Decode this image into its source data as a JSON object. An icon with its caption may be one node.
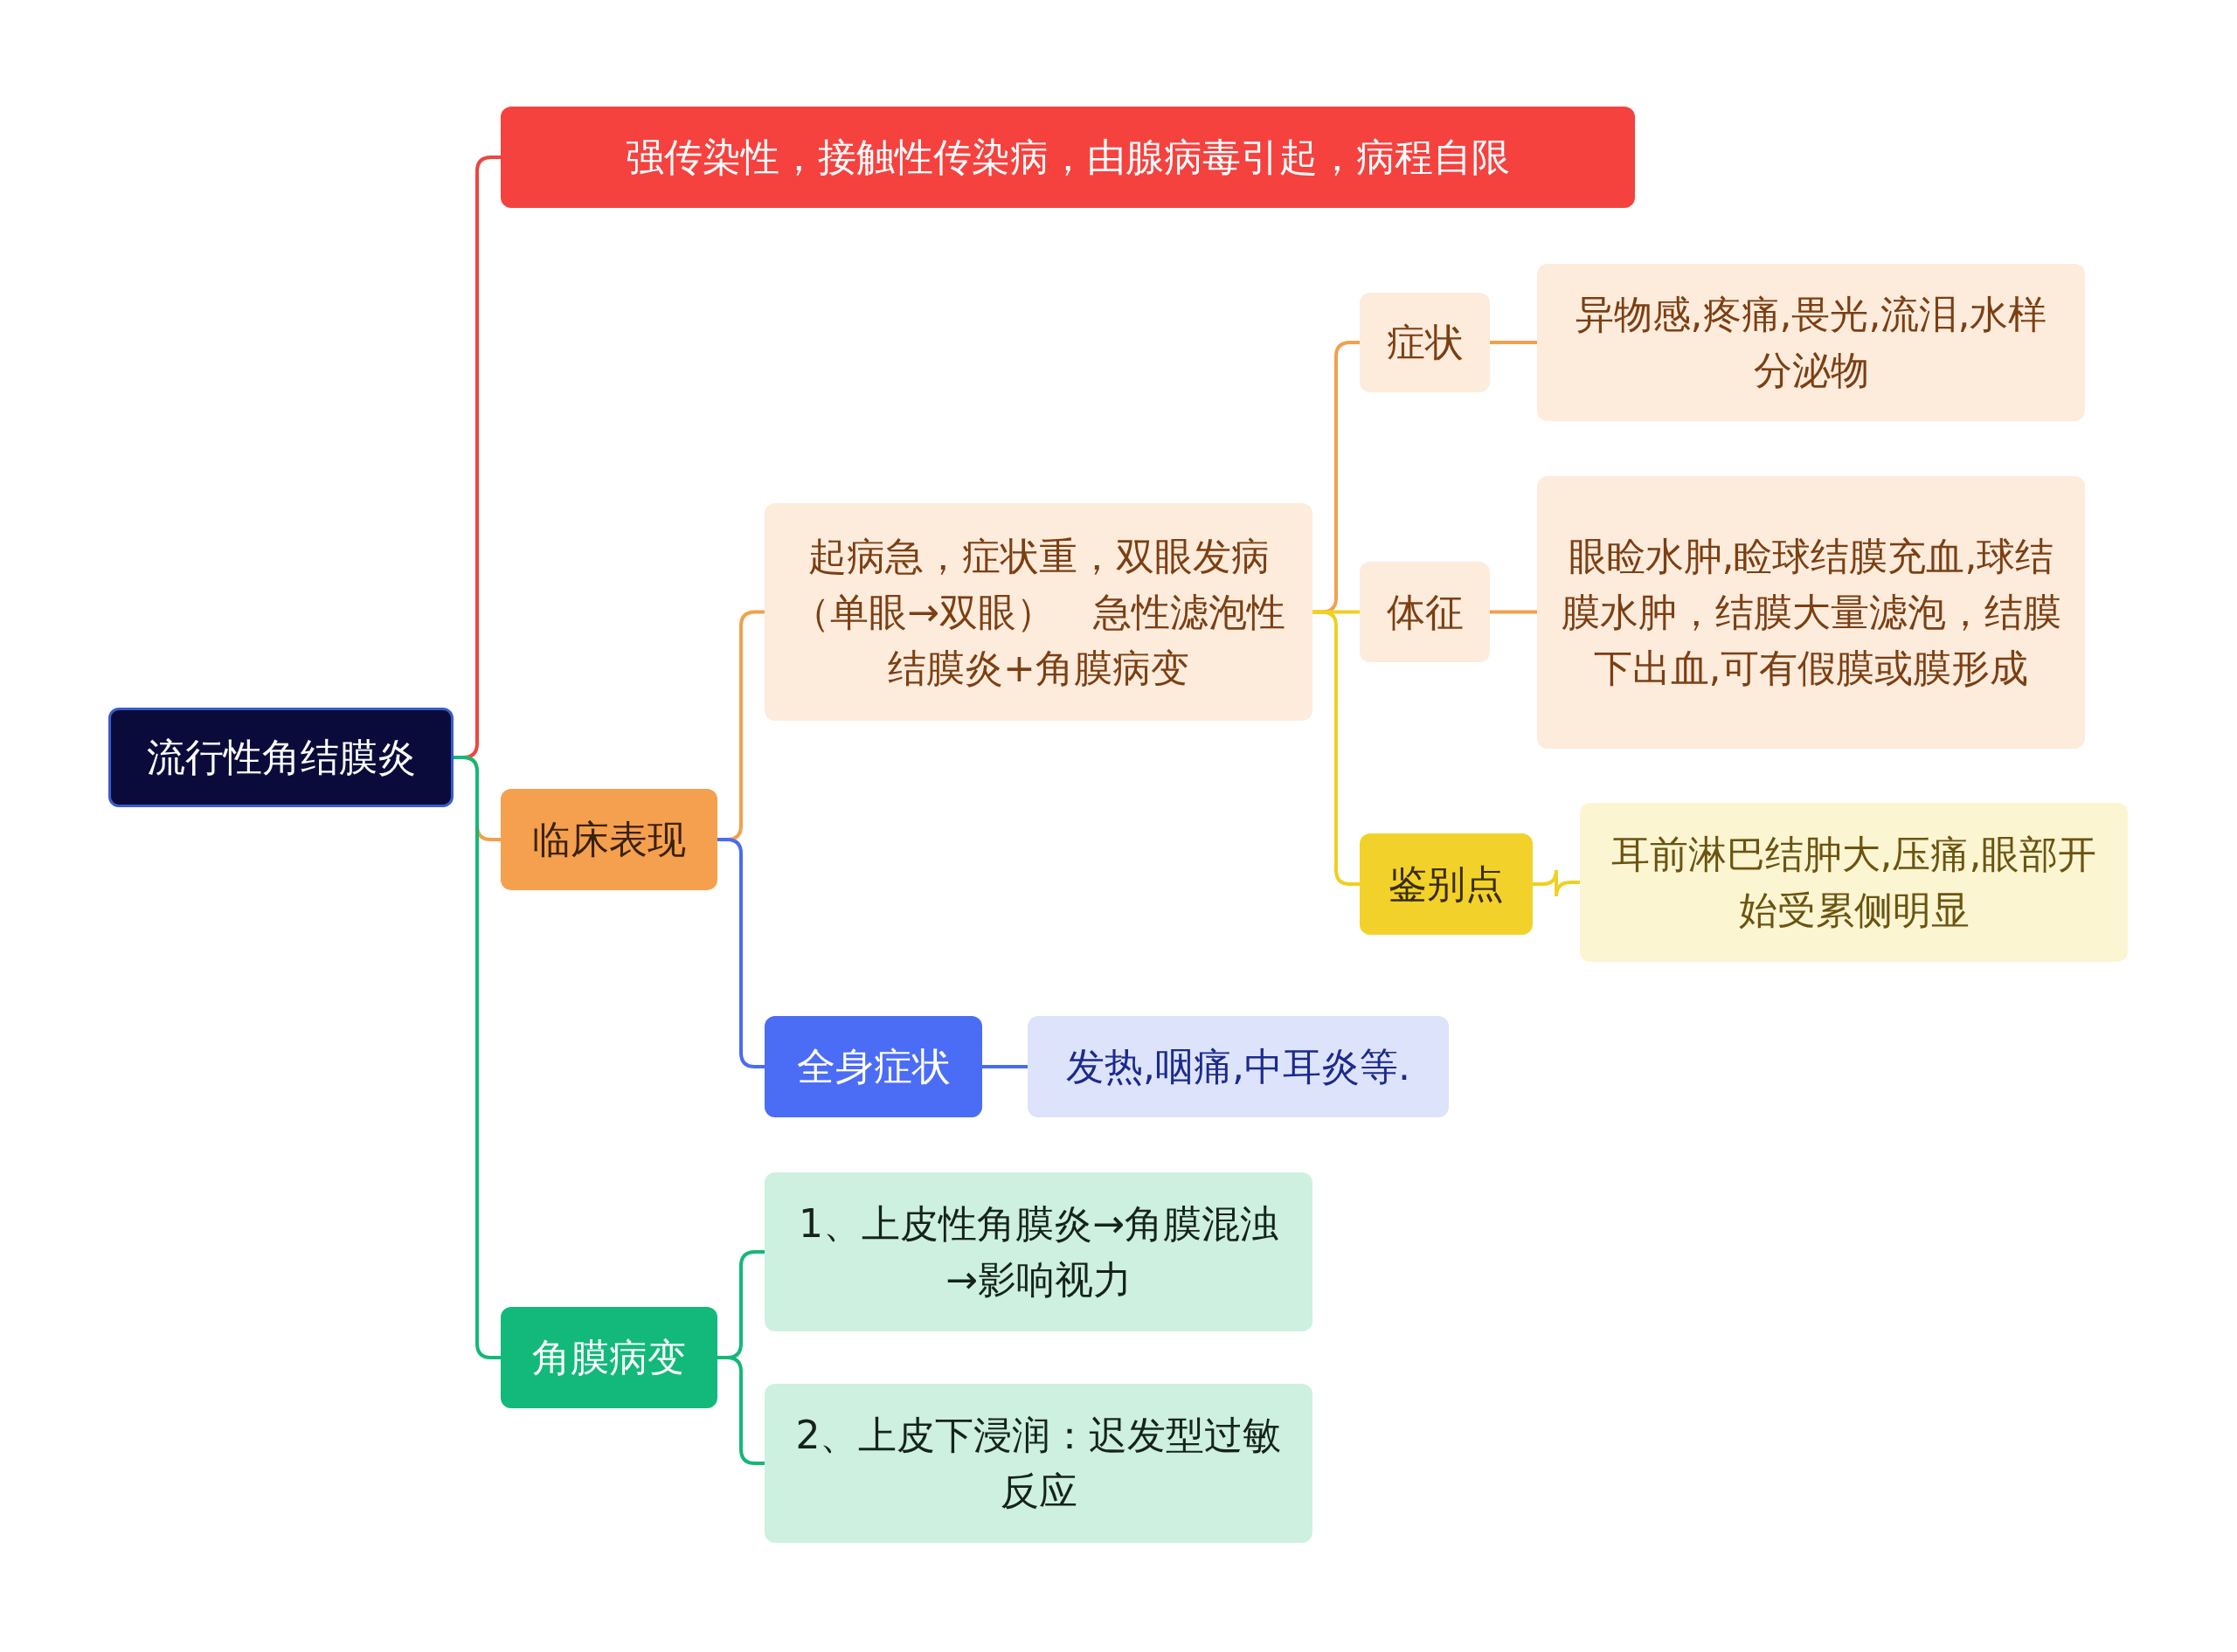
{
  "diagram": {
    "nodes": [
      {
        "text": [
          "流行性角结膜炎"
        ]
      },
      {
        "text": [
          "强传染性，接触性传染病，由腺病毒引起，病程自限"
        ]
      },
      {
        "text": [
          "临床表现"
        ]
      },
      {
        "text": [
          "起病急，症状重，双眼发病（单眼→双眼）　急性滤泡性结膜炎+角膜病变"
        ]
      },
      {
        "text": [
          "症状"
        ]
      },
      {
        "text": [
          "异物感,疼痛,畏光,流泪,水样分泌物"
        ]
      },
      {
        "text": [
          "体征"
        ]
      },
      {
        "text": [
          "眼睑水肿,睑球结膜充血,球结膜水肿，结膜大量滤泡，结膜下出血,可有假膜或膜形成"
        ]
      },
      {
        "text": [
          "鉴别点"
        ]
      },
      {
        "text": [
          "耳前淋巴结肿大,压痛,眼部开始受累侧明显"
        ]
      },
      {
        "text": [
          "全身症状"
        ]
      },
      {
        "text": [
          "发热,咽痛,中耳炎等."
        ]
      },
      {
        "text": [
          "角膜病变"
        ]
      },
      {
        "text": [
          "1、上皮性角膜炎→角膜混浊→影响视力"
        ]
      },
      {
        "text": [
          "2、上皮下浸润：迟发型过敏反应"
        ]
      }
    ],
    "edges": [
      {
        "from": 0,
        "to": 1,
        "arrow": "none",
        "color": "#f0443f"
      },
      {
        "from": 0,
        "to": 2,
        "arrow": "none",
        "color": "#f2a04e"
      },
      {
        "from": 0,
        "to": 12,
        "arrow": "none",
        "color": "#14b878"
      },
      {
        "from": 2,
        "to": 3,
        "arrow": "none",
        "color": "#f2a04e"
      },
      {
        "from": 2,
        "to": 10,
        "arrow": "none",
        "color": "#4a6cf2"
      },
      {
        "from": 3,
        "to": 4,
        "arrow": "none",
        "color": "#f2a04e"
      },
      {
        "from": 3,
        "to": 6,
        "arrow": "none",
        "color": "#f0d020"
      },
      {
        "from": 3,
        "to": 8,
        "arrow": "none",
        "color": "#f0d020"
      },
      {
        "from": 4,
        "to": 5,
        "arrow": "none",
        "color": "#f2a04e"
      },
      {
        "from": 6,
        "to": 7,
        "arrow": "none",
        "color": "#f2a04e"
      },
      {
        "from": 8,
        "to": 9,
        "arrow": "none",
        "color": "#f0d020"
      },
      {
        "from": 10,
        "to": 11,
        "arrow": "none",
        "color": "#4a6cf2"
      },
      {
        "from": 12,
        "to": 13,
        "arrow": "none",
        "color": "#14b878"
      },
      {
        "from": 12,
        "to": 14,
        "arrow": "none",
        "color": "#14b878"
      }
    ]
  }
}
